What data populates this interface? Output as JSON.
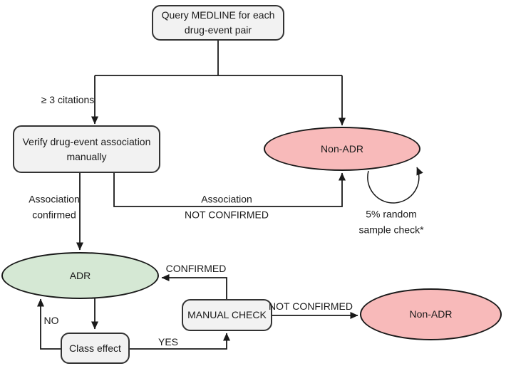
{
  "diagram": {
    "title": "MEDLINE drug-event pair classification flowchart",
    "colors": {
      "box_fill": "#f2f2f2",
      "box_border": "#333333",
      "adr_fill": "#d5e8d4",
      "non_adr_fill": "#f8baba",
      "ellipse_border": "#1a1a1a",
      "line": "#1a1a1a",
      "text": "#1a1a1a"
    },
    "nodes": {
      "query": {
        "label": "Query MEDLINE for each\ndrug-event pair",
        "shape": "rounded-box"
      },
      "verify": {
        "label": "Verify drug-event association\nmanually",
        "shape": "rounded-box"
      },
      "non_adr_top": {
        "label": "Non-ADR",
        "shape": "ellipse"
      },
      "adr": {
        "label": "ADR",
        "shape": "ellipse"
      },
      "manual_check": {
        "label": "MANUAL CHECK",
        "shape": "rounded-box"
      },
      "class_effect": {
        "label": "Class effect",
        "shape": "rounded-box"
      },
      "non_adr_bottom": {
        "label": "Non-ADR",
        "shape": "ellipse"
      }
    },
    "edge_labels": {
      "citations": "≥ 3 citations",
      "association_confirmed": "Association\nconfirmed",
      "association_not_confirmed": "Association\nNOT CONFIRMED",
      "sample_check": "5% random\nsample check*",
      "confirmed": "CONFIRMED",
      "not_confirmed": "NOT CONFIRMED",
      "no": "NO",
      "yes": "YES"
    }
  }
}
